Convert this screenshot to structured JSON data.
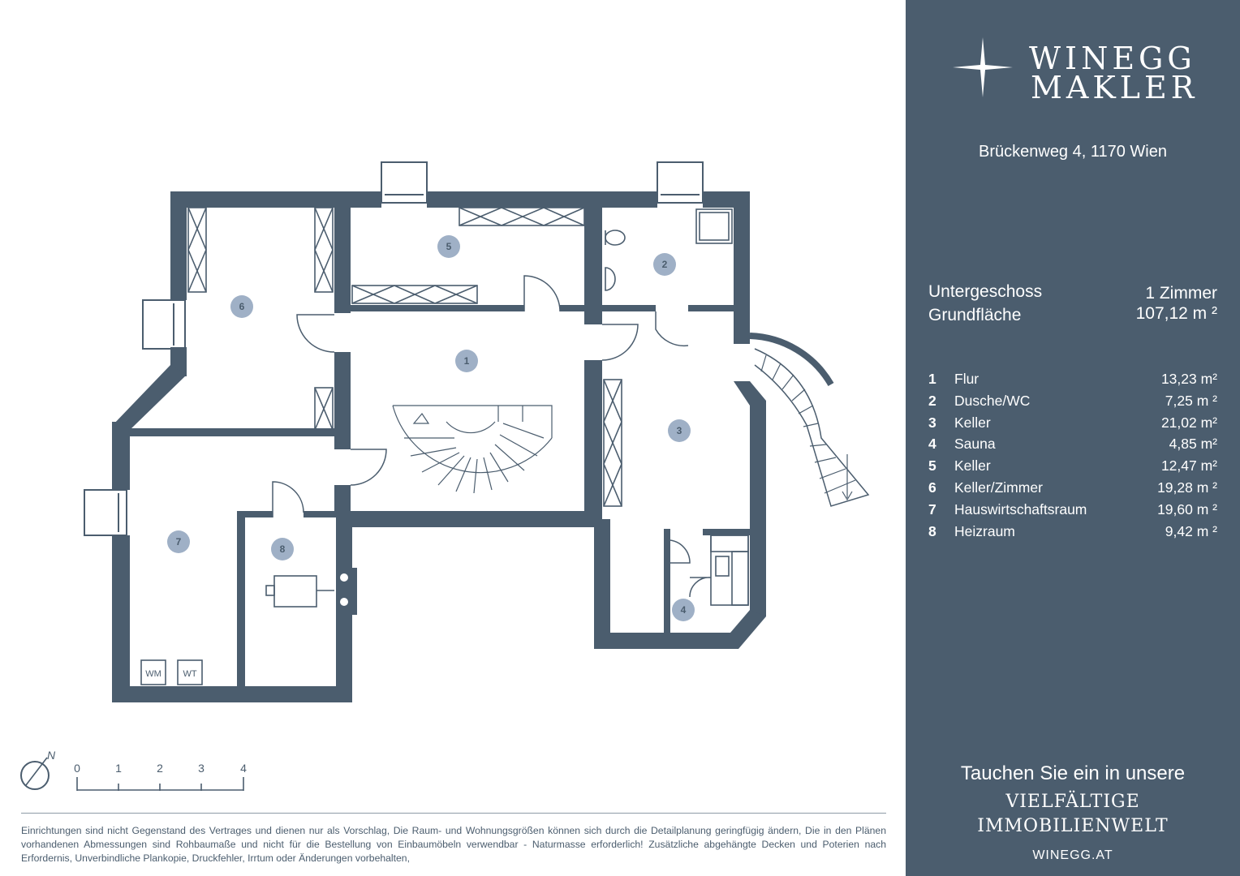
{
  "brand": {
    "line1": "WINEGG",
    "line2": "MAKLER",
    "color": "#4b5d6e"
  },
  "address": "Brückenweg 4, 1170 Wien",
  "summary": {
    "floor_label": "Untergeschoss",
    "rooms_count": "1 Zimmer",
    "area_label": "Grundfläche",
    "area_value": "107,12 m ²"
  },
  "rooms": [
    {
      "num": "1",
      "name": "Flur",
      "area": "13,23 m²"
    },
    {
      "num": "2",
      "name": "Dusche/WC",
      "area": "7,25 m ²"
    },
    {
      "num": "3",
      "name": "Keller",
      "area": "21,02 m²"
    },
    {
      "num": "4",
      "name": "Sauna",
      "area": "4,85 m²"
    },
    {
      "num": "5",
      "name": "Keller",
      "area": "12,47 m²"
    },
    {
      "num": "6",
      "name": "Keller/Zimmer",
      "area": "19,28 m ²"
    },
    {
      "num": "7",
      "name": "Hauswirtschaftsraum",
      "area": "19,60 m ²"
    },
    {
      "num": "8",
      "name": "Heizraum",
      "area": "9,42 m ²"
    }
  ],
  "tagline": "Tauchen Sie ein in unsere",
  "tagline_serif_1": "VIELFÄLTIGE",
  "tagline_serif_2": "IMMOBILIENWELT",
  "website": "WINEGG.AT",
  "plan": {
    "room_markers": [
      "1",
      "2",
      "3",
      "4",
      "5",
      "6",
      "7",
      "8"
    ],
    "fixtures": {
      "washer": "WM",
      "dryer": "WT"
    },
    "compass_label": "N",
    "scale_labels": [
      "0",
      "1",
      "2",
      "3",
      "4"
    ]
  },
  "disclaimer": "Einrichtungen sind nicht Gegenstand des Vertrages und dienen nur als Vorschlag, Die Raum- und Wohnungsgrößen können sich durch die Detailplanung geringfügig ändern, Die in den Plänen vorhandenen Abmessungen sind Rohbaumaße und nicht für die Bestellung von Einbaumöbeln verwendbar - Naturmasse erforderlich! Zusätzliche abgehängte Decken und Poterien nach Erfordernis, Unverbindliche Plankopie, Druckfehler, Irrtum oder Änderungen vorbehalten,"
}
